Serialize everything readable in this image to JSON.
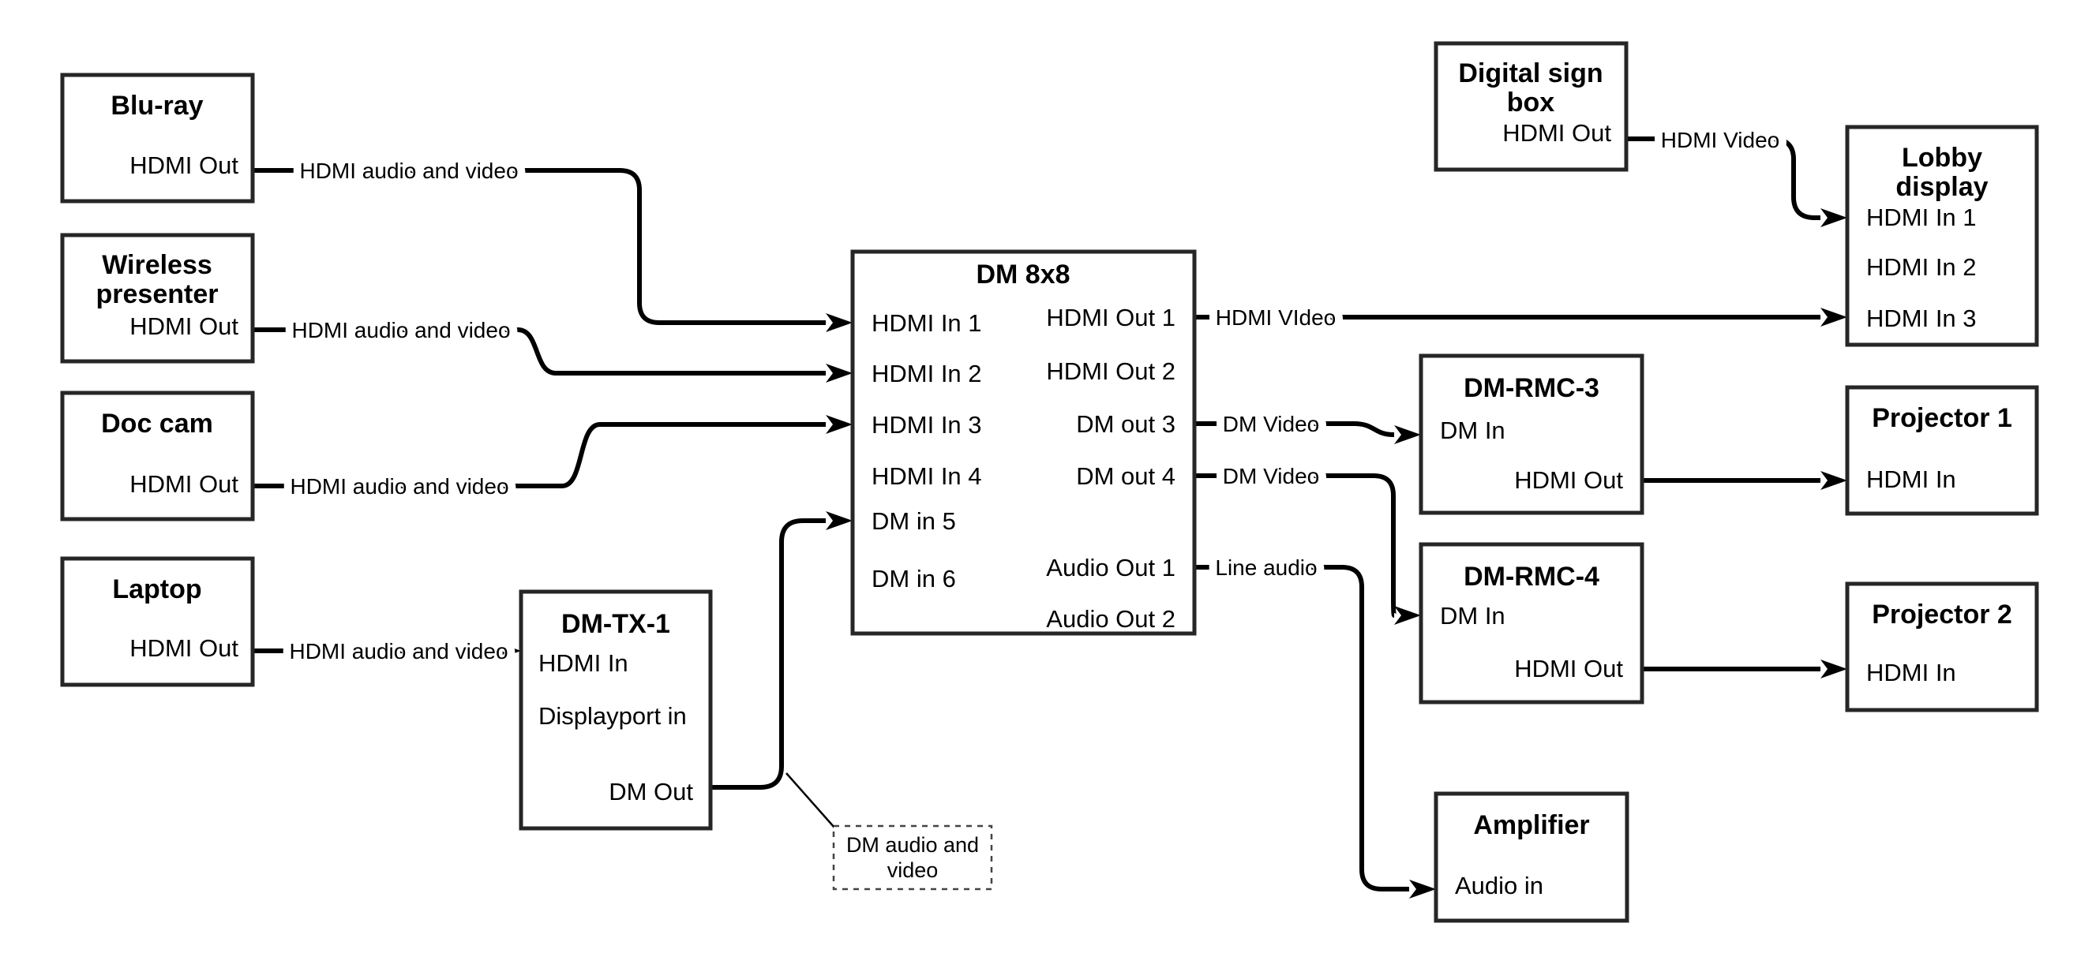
{
  "colors": {
    "background": "#ffffff",
    "box_border": "#262626",
    "line": "#000000",
    "note_border": "#444444"
  },
  "diagram": {
    "type": "av-signal-flow-diagram",
    "nodes": [
      {
        "id": "bluray",
        "title_lines": [
          "Blu-ray"
        ],
        "ports": [
          {
            "id": "hdmi-out",
            "label": "HDMI Out"
          }
        ]
      },
      {
        "id": "wireless",
        "title_lines": [
          "Wireless",
          "presenter"
        ],
        "ports": [
          {
            "id": "hdmi-out",
            "label": "HDMI Out"
          }
        ]
      },
      {
        "id": "doccam",
        "title_lines": [
          "Doc cam"
        ],
        "ports": [
          {
            "id": "hdmi-out",
            "label": "HDMI Out"
          }
        ]
      },
      {
        "id": "laptop",
        "title_lines": [
          "Laptop"
        ],
        "ports": [
          {
            "id": "hdmi-out",
            "label": "HDMI Out"
          }
        ]
      },
      {
        "id": "dmtx1",
        "title_lines": [
          "DM-TX-1"
        ],
        "ports": [
          {
            "id": "hdmi-in",
            "label": "HDMI In"
          },
          {
            "id": "dp-in",
            "label": "Displayport in"
          },
          {
            "id": "dm-out",
            "label": "DM Out"
          }
        ]
      },
      {
        "id": "dm8x8",
        "title_lines": [
          "DM 8x8"
        ],
        "ports": [
          {
            "id": "hdmi-in-1",
            "label": "HDMI In 1"
          },
          {
            "id": "hdmi-in-2",
            "label": "HDMI In 2"
          },
          {
            "id": "hdmi-in-3",
            "label": "HDMI In 3"
          },
          {
            "id": "hdmi-in-4",
            "label": "HDMI In 4"
          },
          {
            "id": "dm-in-5",
            "label": "DM in 5"
          },
          {
            "id": "dm-in-6",
            "label": "DM in 6"
          },
          {
            "id": "hdmi-out-1",
            "label": "HDMI Out 1"
          },
          {
            "id": "hdmi-out-2",
            "label": "HDMI Out 2"
          },
          {
            "id": "dm-out-3",
            "label": "DM out 3"
          },
          {
            "id": "dm-out-4",
            "label": "DM out 4"
          },
          {
            "id": "audio-out-1",
            "label": "Audio Out 1"
          },
          {
            "id": "audio-out-2",
            "label": "Audio Out 2"
          }
        ]
      },
      {
        "id": "digisign",
        "title_lines": [
          "Digital sign",
          "box"
        ],
        "ports": [
          {
            "id": "hdmi-out",
            "label": "HDMI Out"
          }
        ]
      },
      {
        "id": "lobby",
        "title_lines": [
          "Lobby",
          "display"
        ],
        "ports": [
          {
            "id": "hdmi-in-1",
            "label": "HDMI In 1"
          },
          {
            "id": "hdmi-in-2",
            "label": "HDMI In 2"
          },
          {
            "id": "hdmi-in-3",
            "label": "HDMI In 3"
          }
        ]
      },
      {
        "id": "rmc3",
        "title_lines": [
          "DM-RMC-3"
        ],
        "ports": [
          {
            "id": "dm-in",
            "label": "DM In"
          },
          {
            "id": "hdmi-out",
            "label": "HDMI Out"
          }
        ]
      },
      {
        "id": "proj1",
        "title_lines": [
          "Projector 1"
        ],
        "ports": [
          {
            "id": "hdmi-in",
            "label": "HDMI In"
          }
        ]
      },
      {
        "id": "rmc4",
        "title_lines": [
          "DM-RMC-4"
        ],
        "ports": [
          {
            "id": "dm-in",
            "label": "DM In"
          },
          {
            "id": "hdmi-out",
            "label": "HDMI Out"
          }
        ]
      },
      {
        "id": "proj2",
        "title_lines": [
          "Projector 2"
        ],
        "ports": [
          {
            "id": "hdmi-in",
            "label": "HDMI In"
          }
        ]
      },
      {
        "id": "amp",
        "title_lines": [
          "Amplifier"
        ],
        "ports": [
          {
            "id": "audio-in",
            "label": "Audio in"
          }
        ]
      }
    ],
    "edges": [
      {
        "id": "e1",
        "from": "bluray.hdmi-out",
        "to": "dm8x8.hdmi-in-1",
        "label": "HDMI audio and video"
      },
      {
        "id": "e2",
        "from": "wireless.hdmi-out",
        "to": "dm8x8.hdmi-in-2",
        "label": "HDMI audio and video"
      },
      {
        "id": "e3",
        "from": "doccam.hdmi-out",
        "to": "dm8x8.hdmi-in-3",
        "label": "HDMI audio and video"
      },
      {
        "id": "e4",
        "from": "laptop.hdmi-out",
        "to": "dmtx1.hdmi-in",
        "label": "HDMI audio and video"
      },
      {
        "id": "e5",
        "from": "dmtx1.dm-out",
        "to": "dm8x8.dm-in-5",
        "label": ""
      },
      {
        "id": "e7",
        "from": "dm8x8.hdmi-out-1",
        "to": "lobby.hdmi-in-3",
        "label": "HDMI VIdeo"
      },
      {
        "id": "e8",
        "from": "digisign.hdmi-out",
        "to": "lobby.hdmi-in-1",
        "label": "HDMI Video"
      },
      {
        "id": "e9",
        "from": "dm8x8.dm-out-3",
        "to": "rmc3.dm-in",
        "label": "DM Video"
      },
      {
        "id": "e10",
        "from": "dm8x8.dm-out-4",
        "to": "rmc4.dm-in",
        "label": "DM Video"
      },
      {
        "id": "e11",
        "from": "dm8x8.audio-out-1",
        "to": "amp.audio-in",
        "label": "Line audio"
      },
      {
        "id": "e12",
        "from": "rmc3.hdmi-out",
        "to": "proj1.hdmi-in",
        "label": ""
      },
      {
        "id": "e13",
        "from": "rmc4.hdmi-out",
        "to": "proj2.hdmi-in",
        "label": ""
      }
    ],
    "annotation": {
      "id": "note1",
      "lines": [
        "DM audio and",
        "video"
      ],
      "attached_to": "e5"
    }
  }
}
